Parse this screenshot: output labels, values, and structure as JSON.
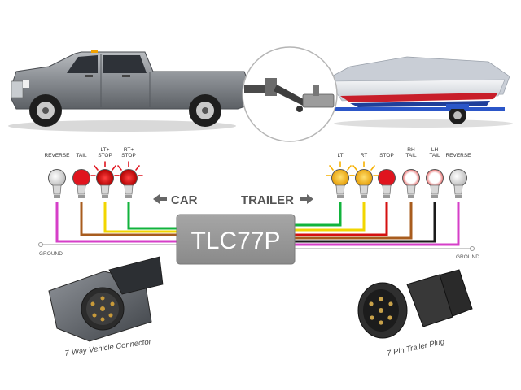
{
  "module": {
    "name": "TLC77P"
  },
  "directions": {
    "car": "CAR",
    "trailer": "TRAILER"
  },
  "ground": {
    "left": "GROUND",
    "right": "GROUND"
  },
  "connectors": {
    "vehicle": "7-Way Vehicle Connector",
    "trailer": "7 Pin Trailer Plug"
  },
  "colors": {
    "reverse_white": "#e6e6e6",
    "red": "#e0141e",
    "amber": "#f6b000",
    "wire_purple": "#d63fc8",
    "wire_brown": "#a85c1e",
    "wire_yellow": "#f2d600",
    "wire_green": "#12b33c",
    "wire_red": "#d41010",
    "wire_black": "#1a1a1a",
    "wire_white": "#dddddd",
    "module_box": "#9a9a9a"
  },
  "car_bulbs": [
    {
      "label_lines": [
        "REVERSE"
      ],
      "color": "white"
    },
    {
      "label_lines": [
        "TAIL"
      ],
      "color": "red"
    },
    {
      "label_lines": [
        "LT+",
        "STOP"
      ],
      "color": "red",
      "lit": true
    },
    {
      "label_lines": [
        "RT+",
        "STOP"
      ],
      "color": "red",
      "lit": true
    }
  ],
  "trailer_bulbs": [
    {
      "label_lines": [
        "LT"
      ],
      "color": "amber",
      "lit": true
    },
    {
      "label_lines": [
        "RT"
      ],
      "color": "amber",
      "lit": true
    },
    {
      "label_lines": [
        "STOP"
      ],
      "color": "red"
    },
    {
      "label_lines": [
        "RH",
        "TAIL"
      ],
      "color": "white-red"
    },
    {
      "label_lines": [
        "LH",
        "TAIL"
      ],
      "color": "white-red"
    },
    {
      "label_lines": [
        "REVERSE"
      ],
      "color": "white"
    }
  ]
}
